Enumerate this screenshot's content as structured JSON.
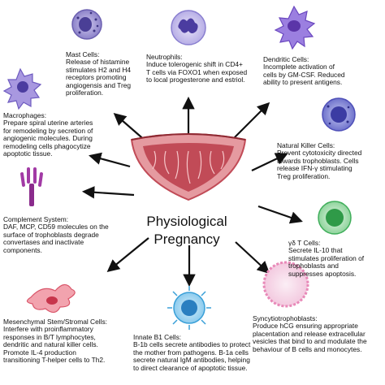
{
  "center": {
    "title": "Physiological\nPregnancy"
  },
  "nodes": {
    "mast": {
      "title": "Mast Cells:",
      "desc": "Release of histamine\nstimulates H2 and H4\nreceptors promoting\nangiogensis and Treg\nproliferation."
    },
    "neutrophils": {
      "title": "Neutrophils:",
      "desc": "Induce tolerogenic shift in CD4+\nT cells via FOXO1 when exposed\nto local progesterone and estriol."
    },
    "dendritic": {
      "title": "Dendritic Cells:",
      "desc": "Incomplete activation of\ncells by GM-CSF. Reduced\nability to present antigens."
    },
    "macrophages": {
      "title": "Macrophages:",
      "desc": "Prepare spiral uterine arteries\nfor remodeling by secretion of\nangiogenic molecules. During\nremodeling cells phagocytize\napoptotic tissue."
    },
    "nk": {
      "title": "Natural Killer Cells:",
      "desc": "Prevent cytotoxicity directed\ntowards trophoblasts. Cells\nrelease IFN-γ stimulating\nTreg proliferation."
    },
    "complement": {
      "title": "Complement System:",
      "desc": "DAF, MCP, CD59 molecules on the\nsurface of trophoblasts degrade\nconvertases and inactivate\ncomponents."
    },
    "gdt": {
      "title": "γδ T Cells:",
      "desc": "Secrete IL-10 that\nstimulates proliferation of\ntrophoblasts and\nsuppresses apoptosis."
    },
    "msc": {
      "title": "Mesenchymal Stem/Stromal Cells:",
      "desc": "Interfere with proinflammatory\nresponses in B/T lymphocytes,\ndendritic and natural killer cells.\nPromote IL-4 production\ntransitioning T-helper cells to Th2."
    },
    "b1": {
      "title": "Innate B1 Cells:",
      "desc": "B-1b cells secrete antibodies to protect\nthe mother from pathogens. B-1a cells\nsecrete natural IgM antibodies, helping\nto direct clearance of apoptotic tissue."
    },
    "syncytio": {
      "title": "Syncytiotrophoblasts:",
      "desc": "Produce hCG ensuring appropriate\nplacentation and release extracellular\nvesicles that bind to and modulate the\nbehaviour of B cells and monocytes."
    }
  },
  "colors": {
    "mast": "#6b5fb0",
    "neutrophil": "#7b68c8",
    "dendritic": "#7a52c4",
    "macrophage": "#6e5bc0",
    "nk": "#4e4fb8",
    "complement": "#8a2b8c",
    "gdt": "#3fae5a",
    "msc": "#d9566a",
    "b1": "#3aa0d8",
    "syncytio": "#e889b8",
    "uterus": "#c14b57",
    "arrow": "#111111"
  },
  "icons": [
    "mast-cell-icon",
    "neutrophil-icon",
    "dendritic-cell-icon",
    "macrophage-icon",
    "nk-cell-icon",
    "complement-icon",
    "gamma-delta-t-cell-icon",
    "stromal-cell-icon",
    "b1-cell-icon",
    "syncytiotrophoblast-icon",
    "uterus-placenta-icon"
  ]
}
